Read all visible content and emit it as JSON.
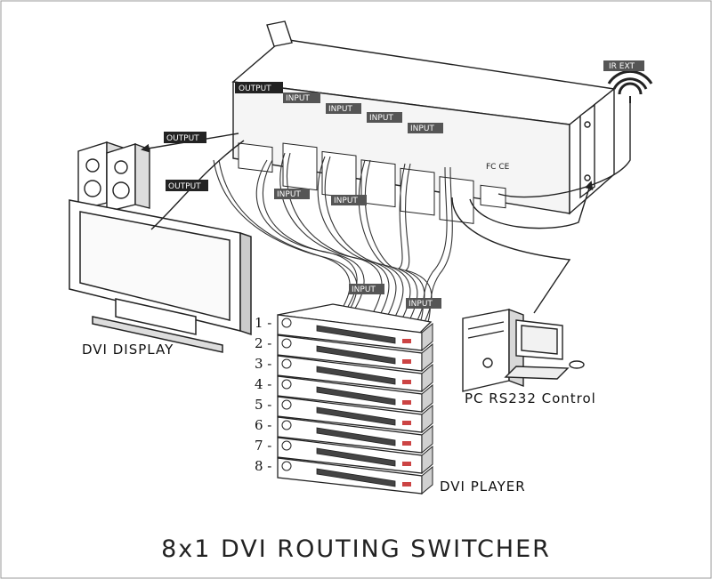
{
  "title": "8x1 DVI ROUTING SWITCHER",
  "labels": {
    "dvi_display": "DVI DISPLAY",
    "pc_control": "PC  RS232  Control",
    "dvi_player": "DVI PLAYER",
    "ir_ext": "IR EXT",
    "output": "OUTPUT",
    "input": "INPUT"
  },
  "players": [
    "1 -",
    "2 -",
    "3 -",
    "4 -",
    "5 -",
    "6 -",
    "7 -",
    "8 -"
  ],
  "colors": {
    "line": "#222222",
    "tag_bg": "#555555",
    "tag_dark": "#111111",
    "panel": "#f2f2f2"
  }
}
